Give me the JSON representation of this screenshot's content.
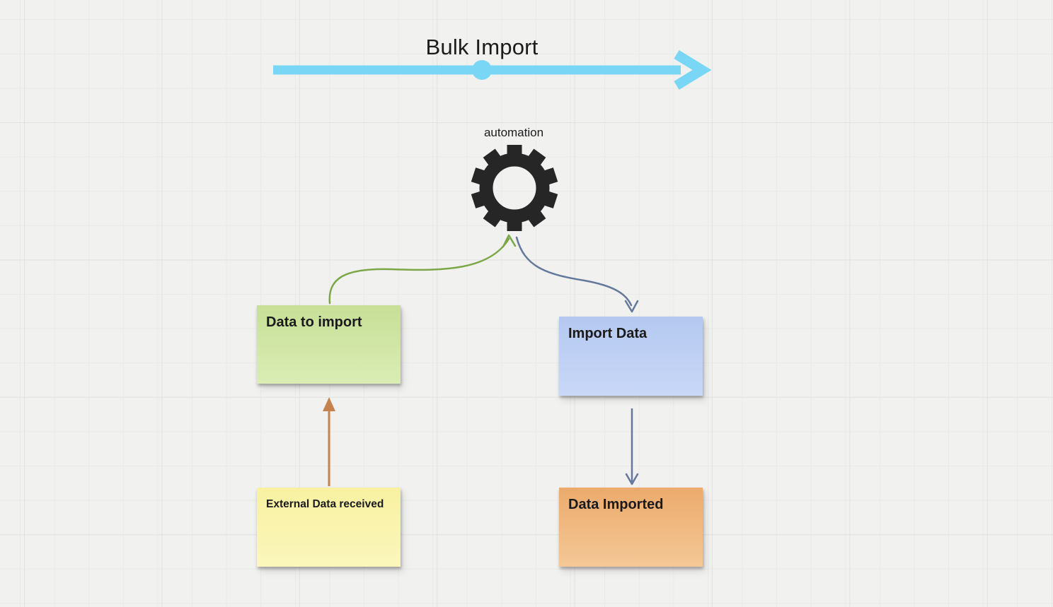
{
  "canvas": {
    "background_color": "#F1F1F0",
    "grid_minor_color": "#E9E9E8",
    "grid_major_color": "#E2E2E1"
  },
  "timeline": {
    "label": "Bulk Import",
    "color": "#79D7F5"
  },
  "automation": {
    "label": "automation",
    "icon": "gear-icon",
    "icon_color": "#262626"
  },
  "notes": {
    "data_to_import": {
      "label": "Data to import",
      "color_top": "#C7DF97",
      "color_bottom": "#DAEDB4"
    },
    "import_data": {
      "label": "Import Data",
      "color_top": "#B4C8F0",
      "color_bottom": "#C9D8F7"
    },
    "external_data": {
      "label": "External Data received",
      "color_top": "#F8F1A1",
      "color_bottom": "#FBF6BC"
    },
    "data_imported": {
      "label": "Data Imported",
      "color_top": "#ECAA6C",
      "color_bottom": "#F4C896"
    }
  },
  "connectors": {
    "green_to_automation": {
      "color": "#7BA746",
      "from": "Data to import",
      "to": "automation"
    },
    "blue_from_automation": {
      "color": "#64789B",
      "from": "automation",
      "to": "Import Data"
    },
    "orange_up": {
      "color": "#C5824E",
      "from": "External Data received",
      "to": "Data to import"
    },
    "slate_down": {
      "color": "#64789B",
      "from": "Import Data",
      "to": "Data Imported"
    }
  }
}
